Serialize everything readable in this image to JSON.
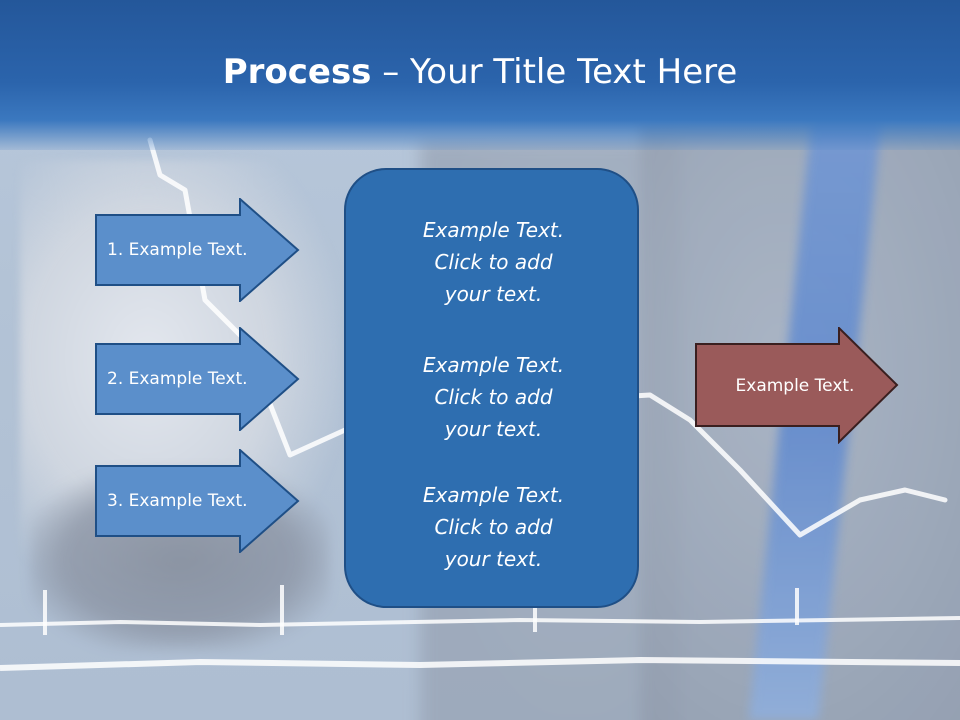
{
  "slide": {
    "title_bold": "Process",
    "title_rest": " – Your Title Text Here"
  },
  "steps": [
    {
      "label": "1. Example Text."
    },
    {
      "label": "2. Example Text."
    },
    {
      "label": "3. Example Text."
    }
  ],
  "center": {
    "blocks": [
      {
        "line1": "Example Text.",
        "line2": "Click  to add",
        "line3": "your text."
      },
      {
        "line1": "Example Text.",
        "line2": "Click  to add",
        "line3": "your text."
      },
      {
        "line1": "Example Text.",
        "line2": "Click  to add",
        "line3": "your text."
      }
    ]
  },
  "output": {
    "label": "Example Text."
  },
  "colors": {
    "title_bar": "#2b64ac",
    "step_arrow_fill": "#5b8fcb",
    "center_box_fill": "#2e6eb0",
    "output_arrow_fill": "#9a5a5a"
  }
}
